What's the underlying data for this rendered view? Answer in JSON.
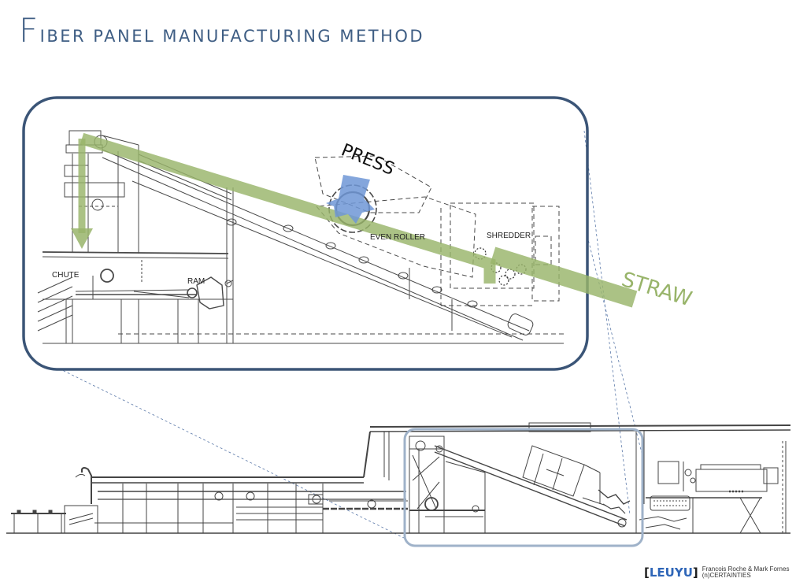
{
  "title": {
    "initial": "F",
    "rest": "IBER PANEL MANUFACTURING METHOD"
  },
  "labels": {
    "press": "PRESS",
    "straw": "STRAW",
    "chute": "CHUTE",
    "ram": "RAM",
    "even_roller": "EVEN ROLLER",
    "shredder": "SHREDDER"
  },
  "footer": {
    "brand_open": "[",
    "brand_name": "LEUYU",
    "brand_close": "]",
    "authors": "Francois Roche & Mark Fornes",
    "project": "(n)CERTAINTIES"
  },
  "colors": {
    "title": "#3f5e84",
    "frame": "#3b5577",
    "detail_box": "#9fb2c9",
    "straw_path": "#98b46a",
    "press": "#6f97d6",
    "brand": "#2f66b8",
    "linework": "#4a4a4a"
  }
}
